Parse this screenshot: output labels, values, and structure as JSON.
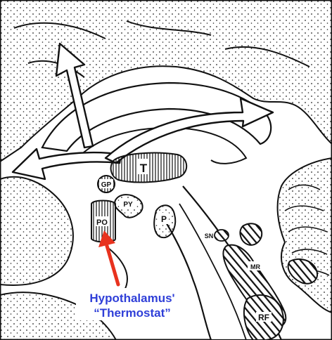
{
  "diagram": {
    "labels": {
      "t": "T",
      "gp": "GP",
      "py": "PY",
      "po": "PO",
      "p": "P",
      "sn": "SN",
      "mr": "MR",
      "rf": "RF"
    },
    "caption": {
      "line1": "Hypothalamus'",
      "line2": "“Thermostat”"
    },
    "colors": {
      "pointer_arrow": "#e8321e",
      "caption_text": "#2f3fd8",
      "outline": "#111111"
    }
  }
}
